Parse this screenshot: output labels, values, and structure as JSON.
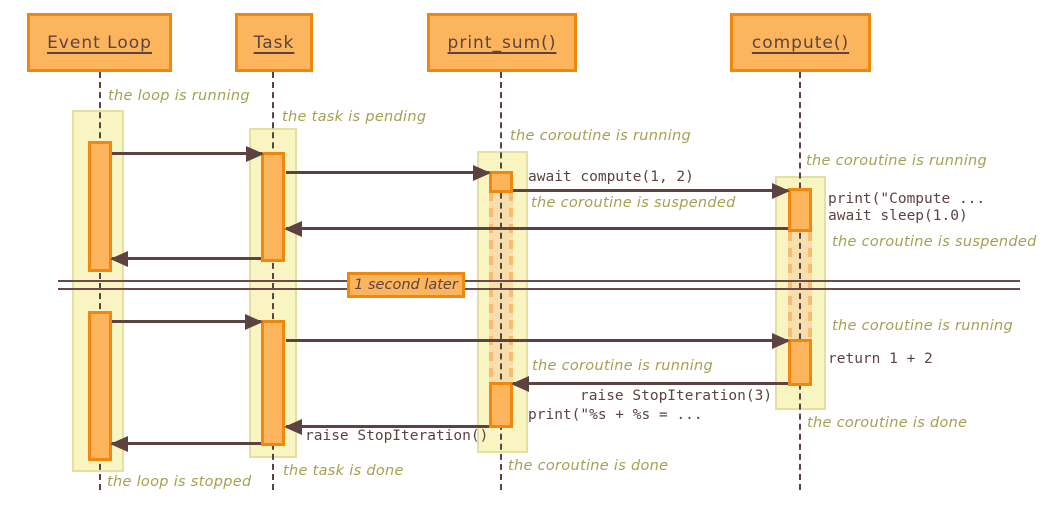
{
  "participants": [
    {
      "label": "Event Loop"
    },
    {
      "label": "Task"
    },
    {
      "label": "print_sum()"
    },
    {
      "label": "compute()"
    }
  ],
  "divider": {
    "label": "1 second later"
  },
  "state_notes": [
    {
      "text": "the loop is running"
    },
    {
      "text": "the task is pending"
    },
    {
      "text": "the coroutine is running"
    },
    {
      "text": "the coroutine is running"
    },
    {
      "text": "the coroutine is suspended"
    },
    {
      "text": "the coroutine is suspended"
    },
    {
      "text": "the coroutine is running"
    },
    {
      "text": "the coroutine is running"
    },
    {
      "text": "the coroutine is done"
    },
    {
      "text": "the coroutine is done"
    },
    {
      "text": "the task is done"
    },
    {
      "text": "the loop is stopped"
    }
  ],
  "messages": [
    {
      "text": "await compute(1, 2)"
    },
    {
      "text": "print(\"Compute ..."
    },
    {
      "text": "await sleep(1.0)"
    },
    {
      "text": "return 1 + 2"
    },
    {
      "text": "raise StopIteration(3)"
    },
    {
      "text": "print(\"%s + %s = ..."
    },
    {
      "text": "raise StopIteration()"
    }
  ],
  "colors": {
    "box_fill": "#FCB55C",
    "box_border": "#F0870E",
    "band_fill": "#F8F5C3",
    "suspended_fill": "#F7DFAD",
    "suspended_dash": "#FABB70",
    "line_brown": "#5C4342",
    "note_olive": "#A5A152"
  }
}
